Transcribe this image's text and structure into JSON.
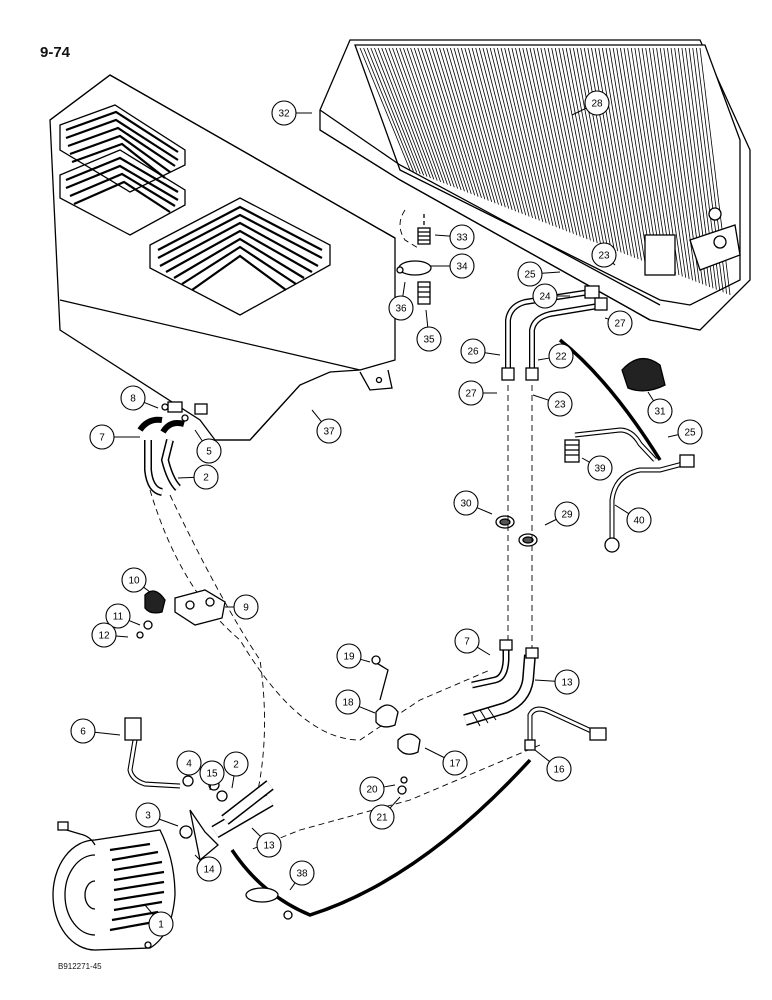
{
  "page": {
    "number": "9-74",
    "figure_code": "B912271-45"
  },
  "callouts": [
    {
      "id": "c1",
      "label": "1"
    },
    {
      "id": "c2a",
      "label": "2"
    },
    {
      "id": "c2b",
      "label": "2"
    },
    {
      "id": "c3",
      "label": "3"
    },
    {
      "id": "c4",
      "label": "4"
    },
    {
      "id": "c5",
      "label": "5"
    },
    {
      "id": "c6",
      "label": "6"
    },
    {
      "id": "c7a",
      "label": "7"
    },
    {
      "id": "c7b",
      "label": "7"
    },
    {
      "id": "c8",
      "label": "8"
    },
    {
      "id": "c9",
      "label": "9"
    },
    {
      "id": "c10",
      "label": "10"
    },
    {
      "id": "c11",
      "label": "11"
    },
    {
      "id": "c12",
      "label": "12"
    },
    {
      "id": "c13a",
      "label": "13"
    },
    {
      "id": "c13b",
      "label": "13"
    },
    {
      "id": "c14",
      "label": "14"
    },
    {
      "id": "c15",
      "label": "15"
    },
    {
      "id": "c16",
      "label": "16"
    },
    {
      "id": "c17",
      "label": "17"
    },
    {
      "id": "c18",
      "label": "18"
    },
    {
      "id": "c19",
      "label": "19"
    },
    {
      "id": "c20",
      "label": "20"
    },
    {
      "id": "c21",
      "label": "21"
    },
    {
      "id": "c22",
      "label": "22"
    },
    {
      "id": "c23a",
      "label": "23"
    },
    {
      "id": "c23b",
      "label": "23"
    },
    {
      "id": "c24",
      "label": "24"
    },
    {
      "id": "c25a",
      "label": "25"
    },
    {
      "id": "c25b",
      "label": "25"
    },
    {
      "id": "c26",
      "label": "26"
    },
    {
      "id": "c27a",
      "label": "27"
    },
    {
      "id": "c27b",
      "label": "27"
    },
    {
      "id": "c28",
      "label": "28"
    },
    {
      "id": "c29",
      "label": "29"
    },
    {
      "id": "c30",
      "label": "30"
    },
    {
      "id": "c31",
      "label": "31"
    },
    {
      "id": "c32",
      "label": "32"
    },
    {
      "id": "c33",
      "label": "33"
    },
    {
      "id": "c34",
      "label": "34"
    },
    {
      "id": "c35",
      "label": "35"
    },
    {
      "id": "c36",
      "label": "36"
    },
    {
      "id": "c37",
      "label": "37"
    },
    {
      "id": "c38",
      "label": "38"
    },
    {
      "id": "c39",
      "label": "39"
    },
    {
      "id": "c40",
      "label": "40"
    }
  ]
}
